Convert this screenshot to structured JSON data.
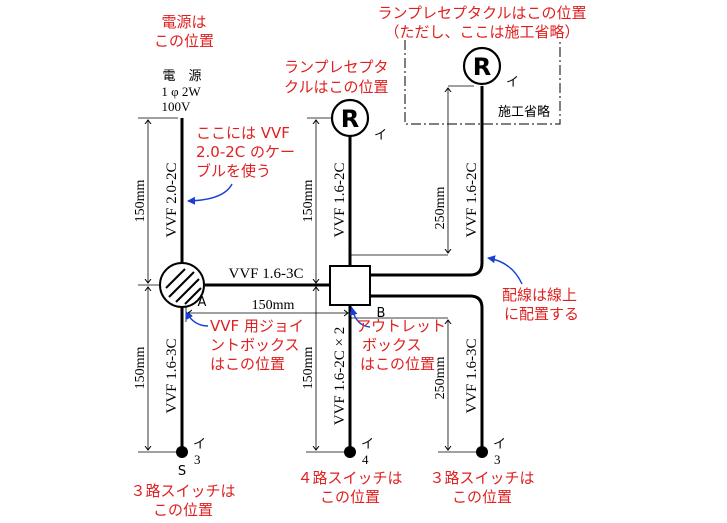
{
  "colors": {
    "annotation": "#e02020",
    "wire": "#000000",
    "arrow": "#1a3fd8"
  },
  "annotations": {
    "power_location": [
      "電源は",
      "この位置"
    ],
    "lamp_near": [
      "ランプレセプタ",
      "クルはこの位置"
    ],
    "lamp_far": [
      "ランプレセプタクルはこの位置",
      "（ただし、ここは施工省略）"
    ],
    "cable_note": [
      "ここには VVF",
      "2.0-2C のケー",
      "ブルを使う"
    ],
    "wiring_note": [
      "配線は線上",
      "に配置する"
    ],
    "joint_box_note": [
      "VVF 用ジョイ",
      "ントボックス",
      "はこの位置"
    ],
    "outlet_box_note": [
      "アウトレット",
      "ボックス",
      "はこの位置"
    ],
    "switch_left_note": [
      "３路スイッチは",
      "この位置"
    ],
    "switch_mid_note": [
      "４路スイッチは",
      "この位置"
    ],
    "switch_right_note": [
      "３路スイッチは",
      "この位置"
    ]
  },
  "power": {
    "line1": "電　源",
    "line2": "1 φ 2W",
    "line3": "100V"
  },
  "labels": {
    "cable_power": "VVF 2.0-2C",
    "cable_horizontal": "VVF 1.6-3C",
    "cable_lamp_near": "VVF 1.6-2C",
    "cable_lamp_far": "VVF 1.6-2C",
    "cable_left_down": "VVF 1.6-3C",
    "cable_mid_down": "VVF 1.6-2C × 2",
    "cable_right_down": "VVF 1.6-3C",
    "omitted": "施工省略",
    "box_a": "A",
    "box_b": "B",
    "switch_left_s": "S",
    "switch_left_code": [
      "イ",
      "3"
    ],
    "switch_mid_code": [
      "イ",
      "4"
    ],
    "switch_right_code": [
      "イ",
      "3"
    ],
    "lamp_near_code": "イ",
    "lamp_far_code": "イ",
    "lamp_symbol": "R"
  },
  "dimensions": {
    "power_drop": "150mm",
    "lamp_near": "150mm",
    "lamp_far": "250mm",
    "joint_to_outlet": "150mm",
    "left_switch": "150mm",
    "mid_switch": "150mm",
    "right_switch": "250mm"
  }
}
